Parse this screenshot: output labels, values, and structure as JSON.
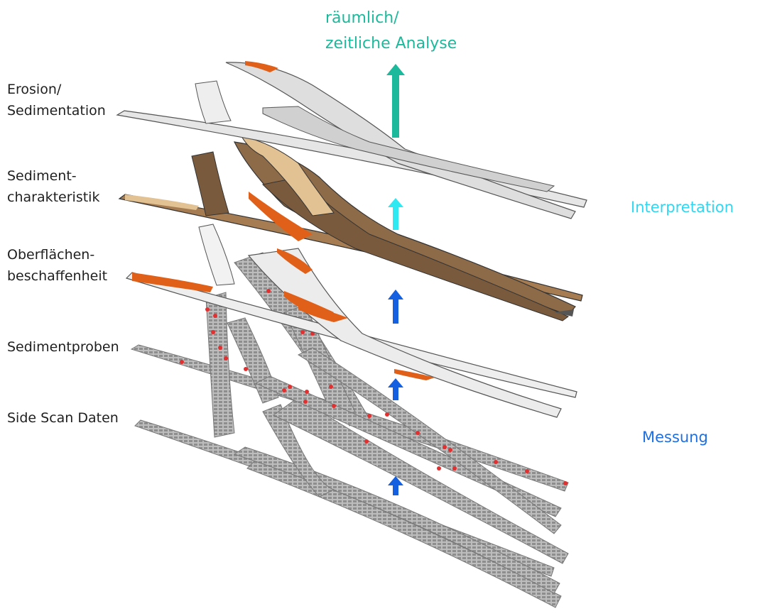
{
  "top_note": {
    "line1": "räumlich/",
    "line2": "zeitliche Analyse",
    "color": "#1db99c"
  },
  "layers": [
    {
      "line1": "Erosion/",
      "line2": "Sedimentation"
    },
    {
      "line1": "Sediment-",
      "line2": "charakteristik"
    },
    {
      "line1": "Oberflächen-",
      "line2": "beschaffenheit"
    },
    {
      "line1": "Sedimentproben",
      "line2": ""
    },
    {
      "line1": "Side Scan Daten",
      "line2": ""
    }
  ],
  "phases": {
    "interpretation": {
      "label": "Interpretation",
      "color": "#33d6f0"
    },
    "measurement": {
      "label": "Messung",
      "color": "#1f6fe0"
    }
  },
  "arrows": [
    {
      "name": "arrow-analysis",
      "color": "#1db99c"
    },
    {
      "name": "arrow-interpretation",
      "color": "#2ee8f2"
    },
    {
      "name": "arrow-surface",
      "color": "#1560e0"
    },
    {
      "name": "arrow-samples",
      "color": "#1560e0"
    },
    {
      "name": "arrow-sidescan",
      "color": "#1560e0"
    }
  ],
  "colors": {
    "orange": "#e0601a",
    "brown_dark": "#7a5a3c",
    "brown_mid": "#a67c52",
    "tan": "#e2c193",
    "grey_light": "#e6e6e6",
    "grey_swath": "#9a9a9a",
    "sample_dot": "#e23030"
  }
}
